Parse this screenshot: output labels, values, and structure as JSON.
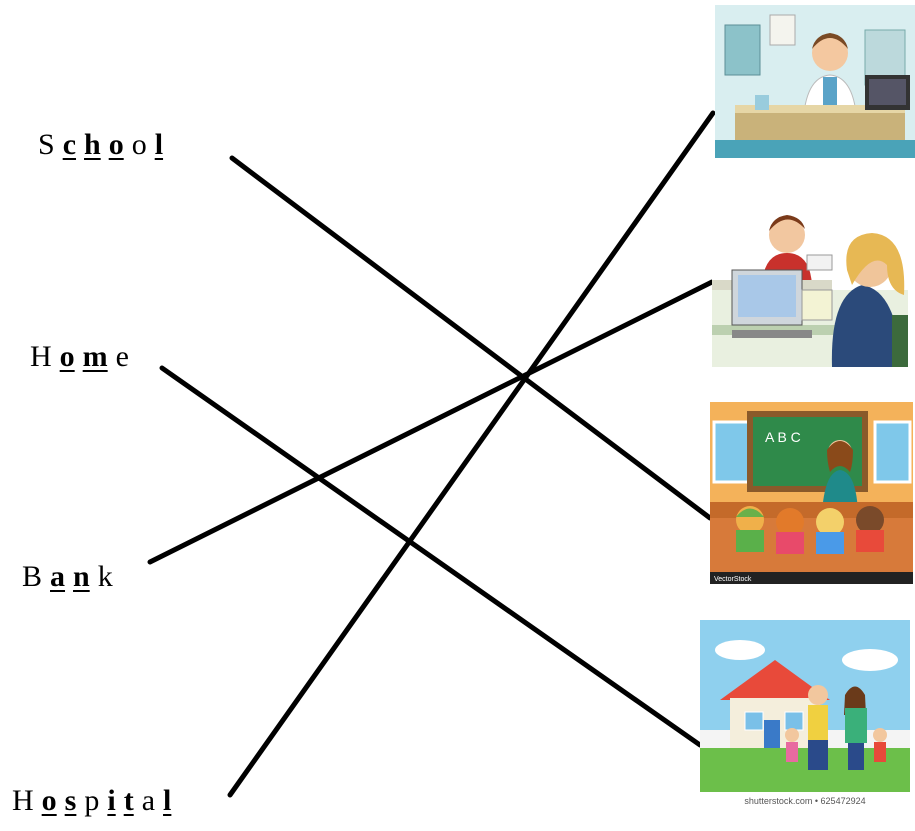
{
  "words": [
    {
      "id": "school",
      "letters": [
        {
          "ch": "S",
          "filled": false
        },
        {
          "ch": "c",
          "filled": true
        },
        {
          "ch": "h",
          "filled": true
        },
        {
          "ch": "o",
          "filled": true
        },
        {
          "ch": "o",
          "filled": false
        },
        {
          "ch": "l",
          "filled": true
        }
      ]
    },
    {
      "id": "home",
      "letters": [
        {
          "ch": "H",
          "filled": false
        },
        {
          "ch": "o",
          "filled": true
        },
        {
          "ch": "m",
          "filled": true
        },
        {
          "ch": "e",
          "filled": false
        }
      ]
    },
    {
      "id": "bank",
      "letters": [
        {
          "ch": "B",
          "filled": false
        },
        {
          "ch": "a",
          "filled": true
        },
        {
          "ch": "n",
          "filled": true
        },
        {
          "ch": "k",
          "filled": false
        }
      ]
    },
    {
      "id": "hospital",
      "letters": [
        {
          "ch": "H",
          "filled": false
        },
        {
          "ch": "o",
          "filled": true
        },
        {
          "ch": "s",
          "filled": true
        },
        {
          "ch": "p",
          "filled": false
        },
        {
          "ch": "i",
          "filled": true
        },
        {
          "ch": "t",
          "filled": true
        },
        {
          "ch": "a",
          "filled": false
        },
        {
          "ch": "l",
          "filled": true
        }
      ]
    }
  ],
  "pictures": [
    {
      "id": "doctor-office",
      "icon": "doctor-illustration"
    },
    {
      "id": "bank-teller",
      "icon": "bank-counter-illustration"
    },
    {
      "id": "classroom",
      "icon": "classroom-illustration",
      "board_text": "A B C",
      "credit": "VectorStock"
    },
    {
      "id": "family-house",
      "icon": "family-house-illustration",
      "credit": "shutterstock.com • 625472924"
    }
  ],
  "matches": [
    {
      "word": "school",
      "picture": "classroom"
    },
    {
      "word": "home",
      "picture": "family-house"
    },
    {
      "word": "bank",
      "picture": "bank-teller"
    },
    {
      "word": "hospital",
      "picture": "doctor-office"
    }
  ],
  "colors": {
    "line": "#000000",
    "text": "#000000"
  }
}
